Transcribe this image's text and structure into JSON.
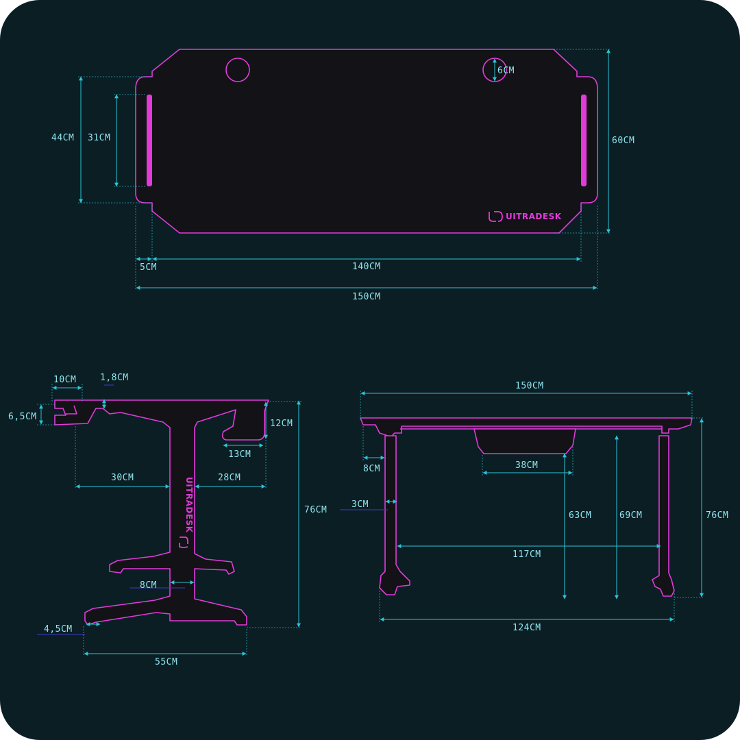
{
  "colors": {
    "background": "#0b1e24",
    "outline": "#e23bd9",
    "dimension": "#2bc4d6",
    "surface": "#121217",
    "text": "#8fe6ef",
    "leader": "#3c3ad0"
  },
  "brand": {
    "logo_text": "UITRADESK",
    "logo_icon": "ud-monogram-icon"
  },
  "top_view": {
    "depth_total": "60CM",
    "depth_outer": "44CM",
    "depth_inner": "31CM",
    "hole_diameter": "6CM",
    "side_offset": "5CM",
    "inner_width": "140CM",
    "total_width": "150CM"
  },
  "side_view": {
    "hook_width": "10CM",
    "top_thickness": "1,8CM",
    "hook_height": "6,5CM",
    "rear_drop": "12CM",
    "rear_reach": "13CM",
    "front_overhang": "30CM",
    "rear_overhang": "28CM",
    "height": "76CM",
    "column_width": "8CM",
    "foot_height": "4,5CM",
    "foot_span": "55CM"
  },
  "front_view": {
    "total_width": "150CM",
    "side_overhang": "8CM",
    "drawer_width": "38CM",
    "leg_thickness": "3CM",
    "under_drawer_height": "63CM",
    "under_frame_height": "69CM",
    "height": "76CM",
    "inner_leg_span": "117CM",
    "foot_span": "124CM"
  }
}
